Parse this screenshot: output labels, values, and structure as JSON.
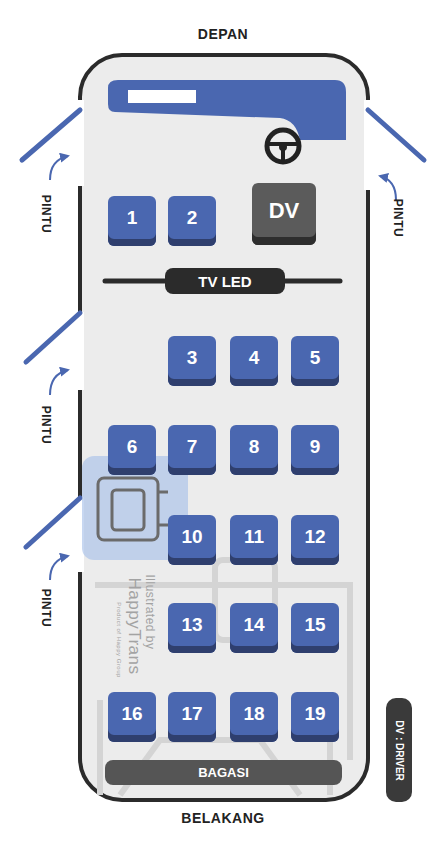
{
  "diagram": {
    "nodes": [
      {
        "text": [
          "1"
        ]
      },
      {
        "text": [
          "2"
        ]
      },
      {
        "text": [
          "DV"
        ]
      },
      {
        "text": [
          "TV LED"
        ]
      },
      {
        "text": [
          "3"
        ]
      },
      {
        "text": [
          "4"
        ]
      },
      {
        "text": [
          "5"
        ]
      },
      {
        "text": [
          "6"
        ]
      },
      {
        "text": [
          "7"
        ]
      },
      {
        "text": [
          "8"
        ]
      },
      {
        "text": [
          "9"
        ]
      },
      {
        "text": [
          "10"
        ]
      },
      {
        "text": [
          "11"
        ]
      },
      {
        "text": [
          "12"
        ]
      },
      {
        "text": [
          "13"
        ]
      },
      {
        "text": [
          "14"
        ]
      },
      {
        "text": [
          "15"
        ]
      },
      {
        "text": [
          "16"
        ]
      },
      {
        "text": [
          "17"
        ]
      },
      {
        "text": [
          "18"
        ]
      },
      {
        "text": [
          "19"
        ]
      },
      {
        "text": [
          "BAGASI"
        ]
      },
      {
        "text": [
          "DV : DRIVER"
        ]
      }
    ],
    "edges": [],
    "labels": [
      "DEPAN",
      "PINTU",
      "PINTU",
      "PINTU",
      "PINTU",
      "Illustrated by",
      "HappyTrans",
      "Product of Happy Group",
      "BELAKANG"
    ]
  }
}
